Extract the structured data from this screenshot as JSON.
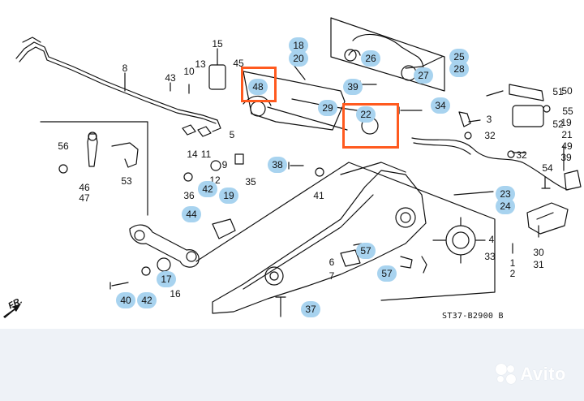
{
  "diagram": {
    "code": "ST37-B2900 B",
    "direction_marker": "FR.",
    "labels": [
      "15",
      "8",
      "43",
      "10",
      "13",
      "45",
      "14",
      "11",
      "9",
      "35",
      "36",
      "12",
      "5",
      "56",
      "46",
      "47",
      "53",
      "2",
      "1",
      "3",
      "32",
      "32",
      "50",
      "52",
      "51",
      "49",
      "54",
      "55",
      "30",
      "31",
      "33",
      "39",
      "19",
      "21",
      "16",
      "41",
      "6",
      "7",
      "4"
    ],
    "callouts": [
      "18",
      "20",
      "48",
      "25",
      "28",
      "26",
      "27",
      "29",
      "22",
      "34",
      "39",
      "38",
      "42",
      "19",
      "44",
      "17",
      "40",
      "42",
      "57",
      "57",
      "37",
      "23",
      "24"
    ],
    "highlighted_callouts": [
      "48",
      "22"
    ]
  },
  "watermark": {
    "brand": "Avito"
  },
  "colors": {
    "callout_fill": "#a8d3ef",
    "highlight": "#ff5a1f",
    "footer_bg": "#eef2f7"
  }
}
